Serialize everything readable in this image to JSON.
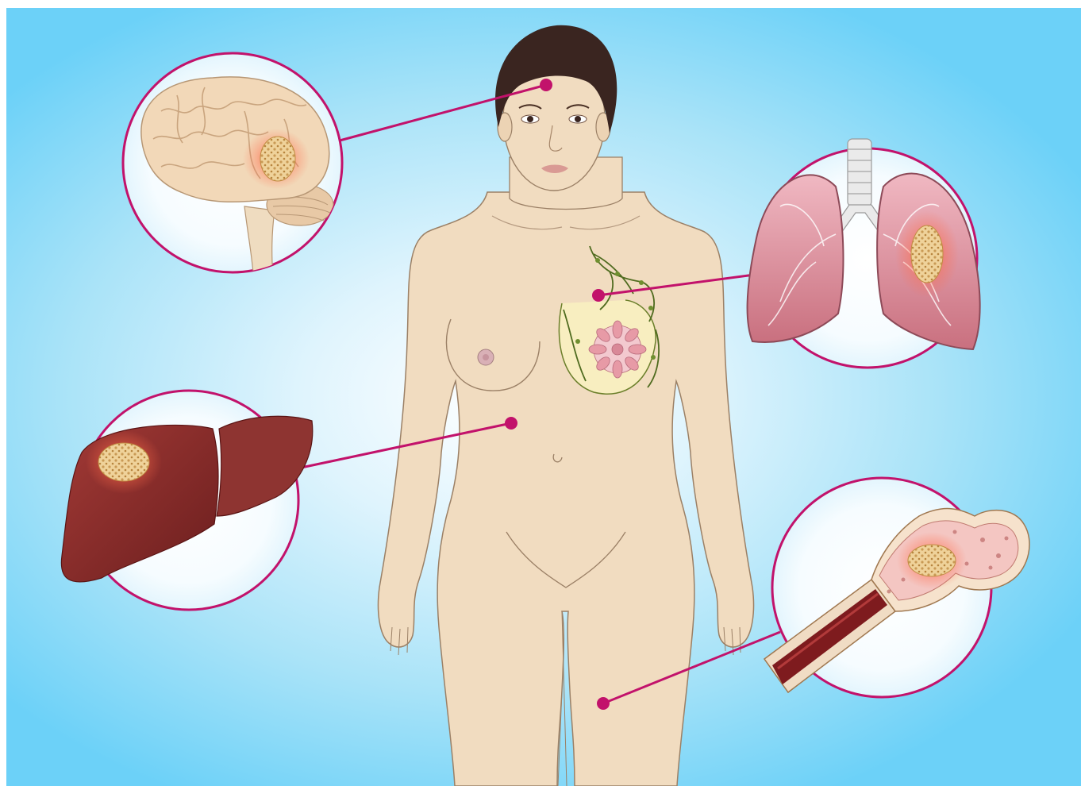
{
  "figure": {
    "type": "metastatic breast cancer spread illustration",
    "text_labels": [],
    "colors": {
      "background_center": "#ffffff",
      "background_edge": "#6cd1f8",
      "skin": "#f1dcc0",
      "outline": "#9b8066",
      "connector": "#c2126b",
      "hair": "#3a2520",
      "tumor": "#e9c98c",
      "lung": "#d9919e",
      "liver": "#8a2e2c",
      "bone": "#f0dcc4",
      "brain": "#f2d8b8"
    },
    "parts": [
      {
        "id": "body",
        "icon": "female-body-icon"
      },
      {
        "id": "breast",
        "icon": "breast-tumor-icon"
      },
      {
        "id": "brain",
        "icon": "brain-tumor-icon"
      },
      {
        "id": "lungs",
        "icon": "lung-tumor-icon"
      },
      {
        "id": "liver",
        "icon": "liver-tumor-icon"
      },
      {
        "id": "bone",
        "icon": "femur-tumor-icon"
      }
    ]
  }
}
